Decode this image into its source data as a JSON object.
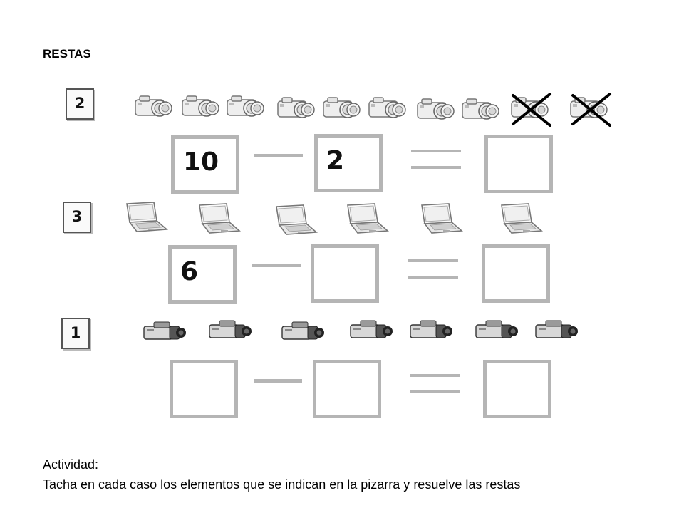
{
  "title": "RESTAS",
  "rows": [
    {
      "board_number": "2",
      "item_icon": "camera-icon",
      "item_count": 10,
      "crossed_count": 2,
      "minuend": "10",
      "subtrahend": "2",
      "result": ""
    },
    {
      "board_number": "3",
      "item_icon": "laptop-icon",
      "item_count": 6,
      "crossed_count": 0,
      "minuend": "6",
      "subtrahend": "",
      "result": ""
    },
    {
      "board_number": "1",
      "item_icon": "camcorder-icon",
      "item_count": 7,
      "crossed_count": 0,
      "minuend": "",
      "subtrahend": "",
      "result": ""
    }
  ],
  "activity": {
    "heading": "Actividad:",
    "instructions": "Tacha en cada caso los elementos que se indican en la pizarra y resuelve las restas"
  }
}
